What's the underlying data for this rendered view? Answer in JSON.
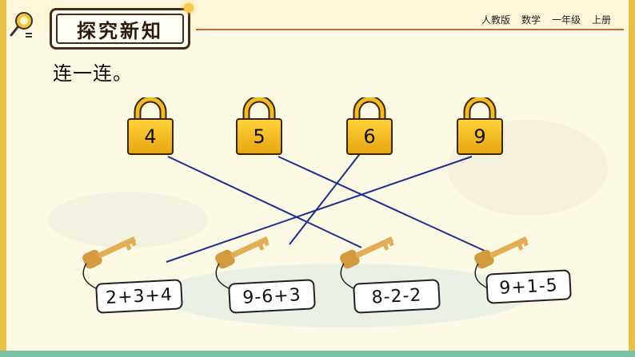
{
  "header": {
    "title": "探究新知",
    "publisher": "人教版",
    "subject": "数学",
    "grade": "一年级",
    "volume": "上册"
  },
  "instruction": "连一连。",
  "locks": [
    {
      "number": "4"
    },
    {
      "number": "5"
    },
    {
      "number": "6"
    },
    {
      "number": "9"
    }
  ],
  "expressions": [
    {
      "text": "2+3+4"
    },
    {
      "text": "9-6+3"
    },
    {
      "text": "8-2-2"
    },
    {
      "text": "9+1-5"
    }
  ],
  "connections": [
    {
      "lock": "4",
      "expression": "8-2-2"
    },
    {
      "lock": "5",
      "expression": "9+1-5"
    },
    {
      "lock": "6",
      "expression": "9-6+3"
    },
    {
      "lock": "9",
      "expression": "2+3+4"
    }
  ],
  "colors": {
    "line": "#1e2d8f",
    "lock_gold": "#f2bb23",
    "key_gold": "#d49a3f"
  }
}
